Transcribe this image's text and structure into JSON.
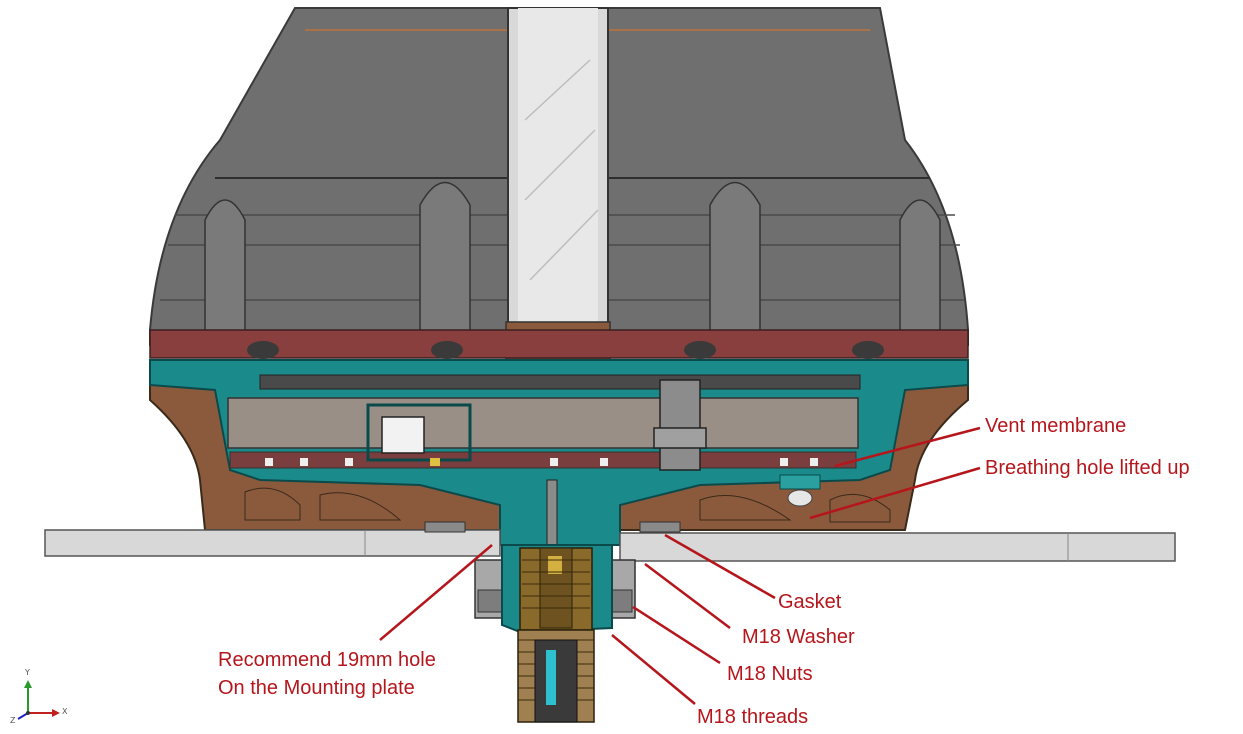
{
  "colors": {
    "annotation": "#b5161c",
    "radome_grey": "#6e6e6e",
    "housing_teal": "#1a8c8c",
    "gasket_brown": "#8b5a3c",
    "plate_grey": "#d6d6d6",
    "connector_brass": "#8a6a2a"
  },
  "callouts": {
    "vent_membrane": "Vent membrane",
    "breathing_hole": "Breathing hole lifted up",
    "gasket": "Gasket",
    "m18_washer": "M18 Washer",
    "m18_nuts": "M18 Nuts",
    "m18_threads": "M18 threads",
    "mounting_hole_line1": "Recommend 19mm hole",
    "mounting_hole_line2": "On the Mounting plate"
  },
  "axis_triad": {
    "x": "X",
    "y": "Y",
    "z": "Z"
  }
}
